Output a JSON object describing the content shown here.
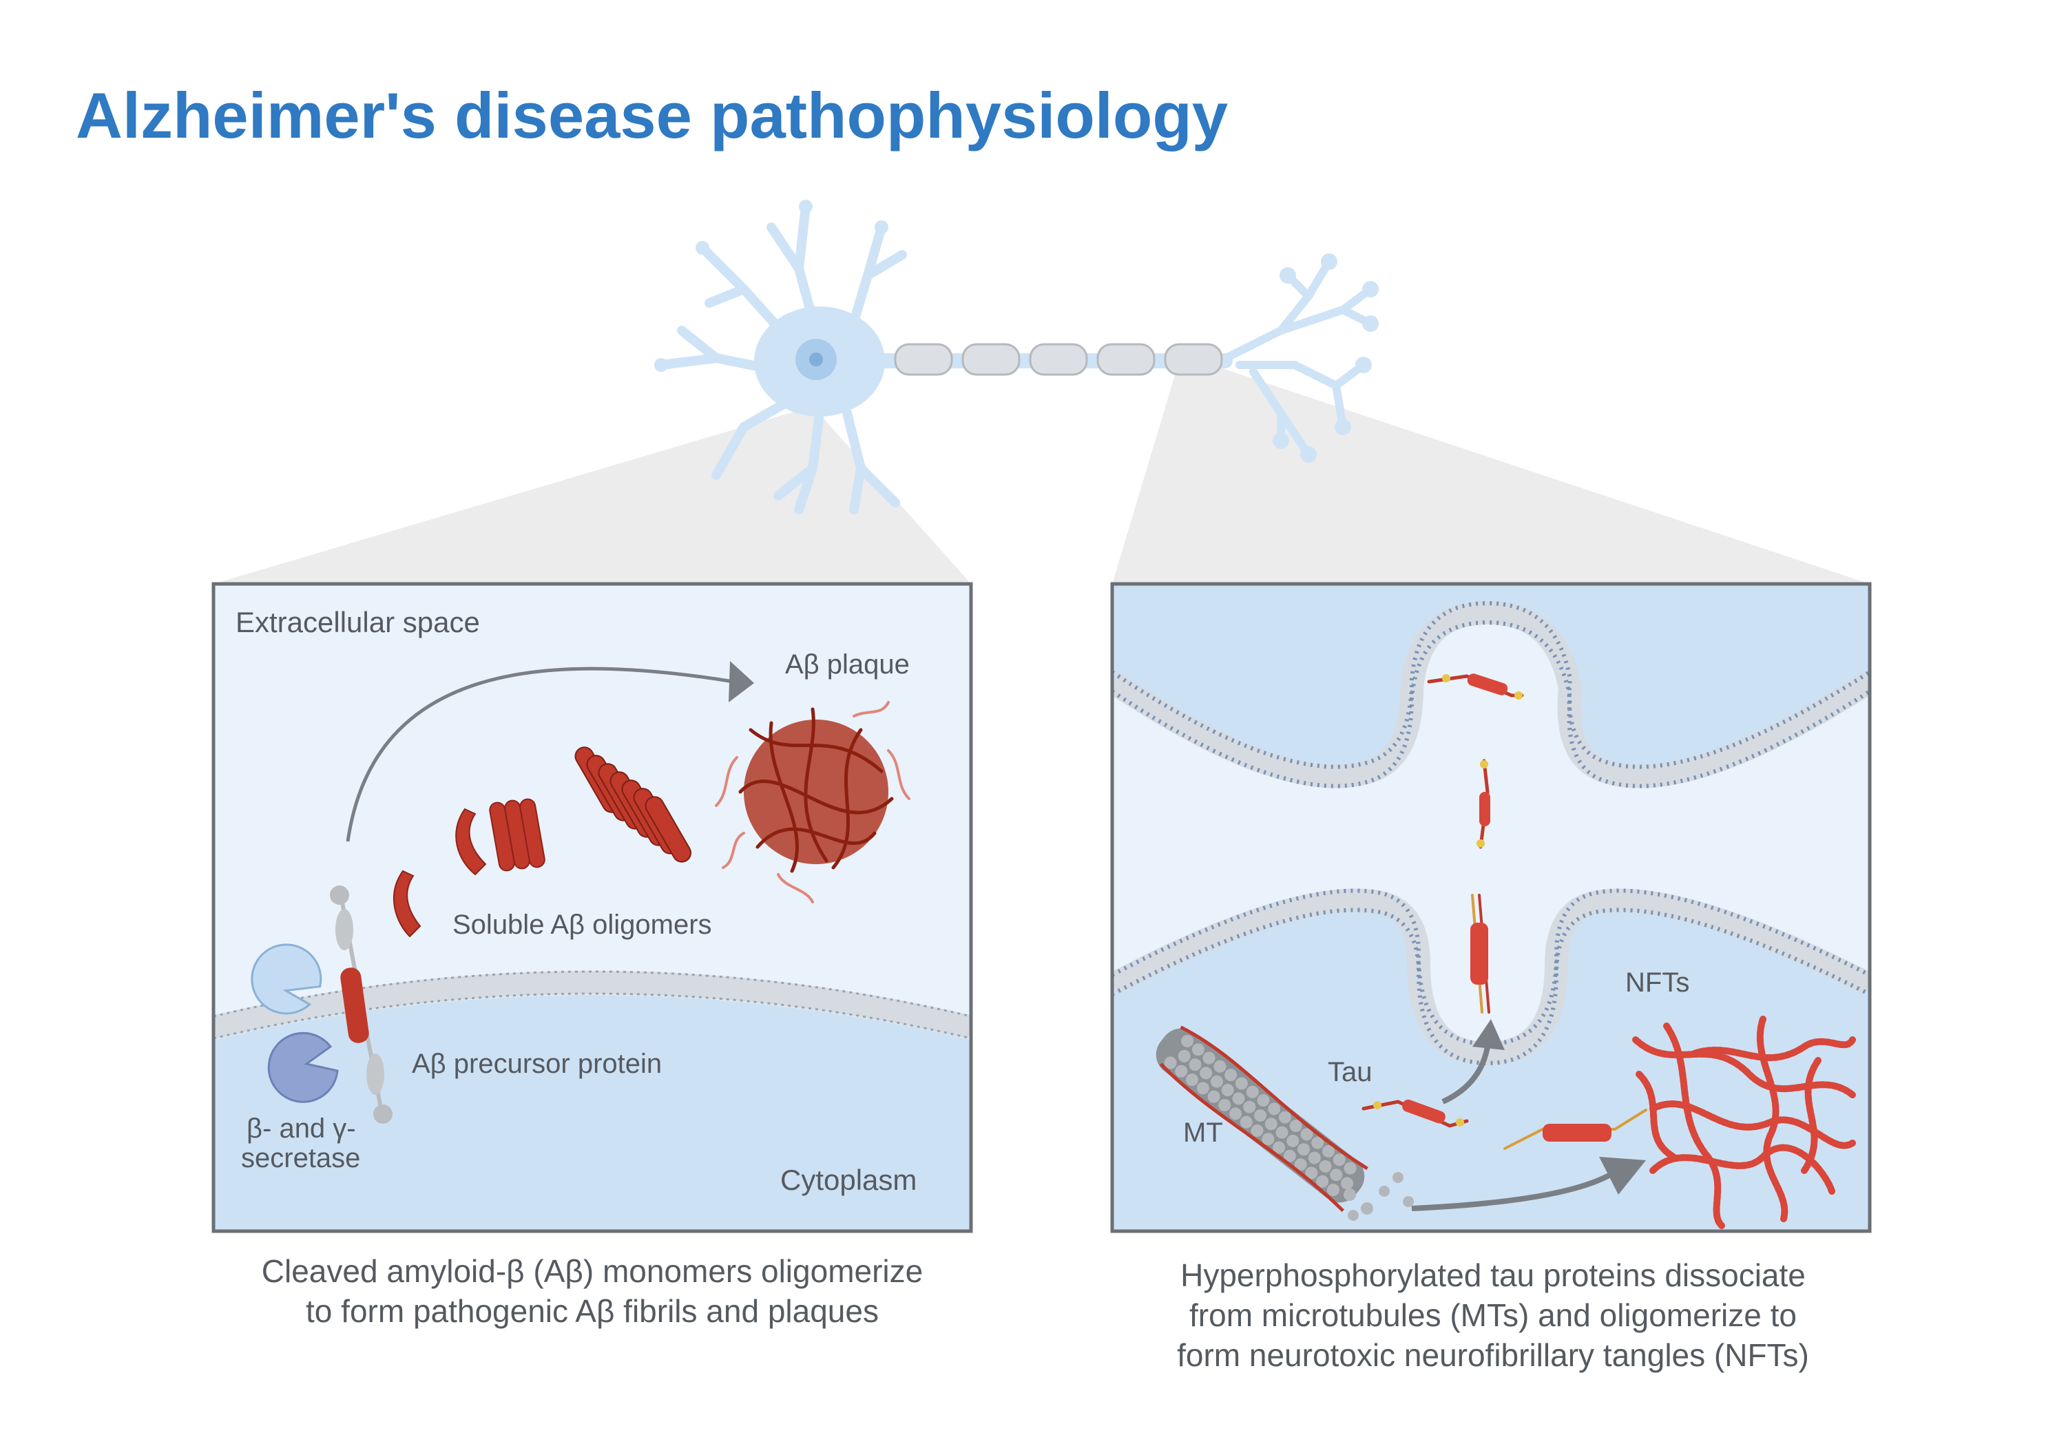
{
  "title": "Alzheimer's disease pathophysiology",
  "left_panel": {
    "extracellular_label": "Extracellular space",
    "plaque_label": "Aβ plaque",
    "oligomers_label": "Soluble Aβ oligomers",
    "precursor_label": "Aβ precursor protein",
    "secretase_label_line1": "β- and γ-",
    "secretase_label_line2": "secretase",
    "cytoplasm_label": "Cytoplasm",
    "caption_line1": "Cleaved amyloid-β (Aβ) monomers oligomerize",
    "caption_line2": "to form pathogenic Aβ fibrils and plaques"
  },
  "right_panel": {
    "nfts_label": "NFTs",
    "tau_label": "Tau",
    "mt_label": "MT",
    "caption_line1": "Hyperphosphorylated tau proteins dissociate",
    "caption_line2": "from microtubules (MTs) and oligomerize to",
    "caption_line3": "form neurotoxic neurofibrillary tangles (NFTs)"
  },
  "colors": {
    "title": "#2f7ac2",
    "neuron": "#cfe3f6",
    "panel_bg": "#eaf2fb",
    "cytoplasm": "#cde1f4",
    "amyloid": "#c0392b",
    "arrow": "#7a7f85",
    "frame": "#6b7075"
  }
}
